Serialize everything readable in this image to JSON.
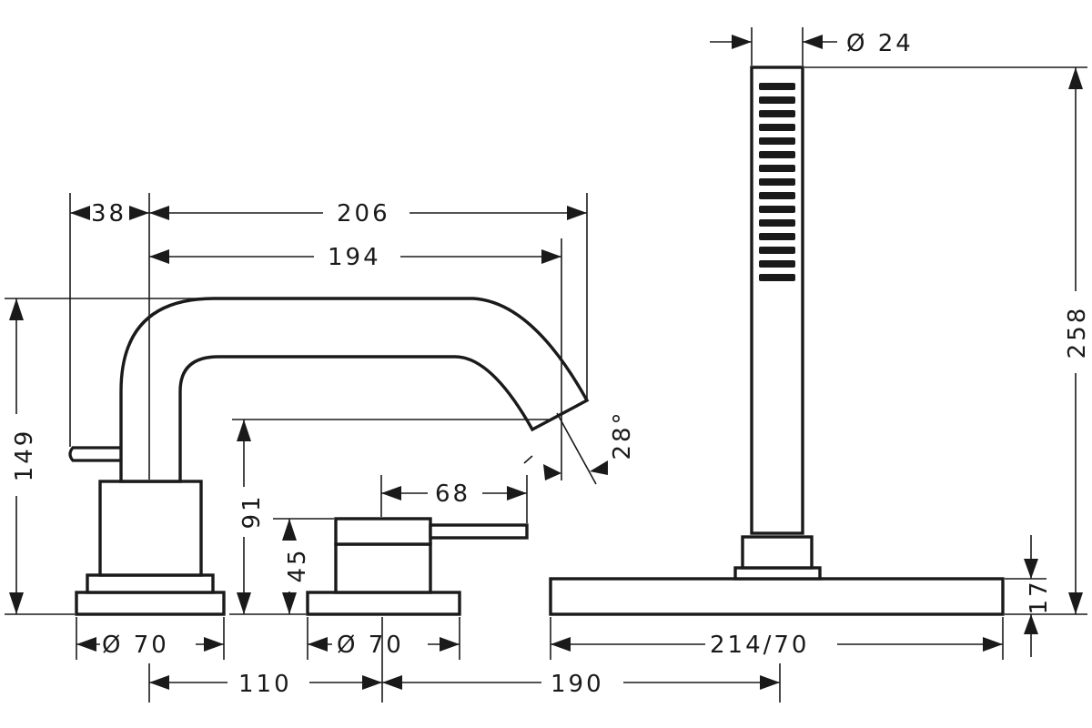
{
  "dimensions": {
    "diameter_top": "Ø 24",
    "d38": "38",
    "d206": "206",
    "d194": "194",
    "angle": "28°",
    "d68": "68",
    "d91": "91",
    "d45": "45",
    "d149": "149",
    "d258": "258",
    "d17": "17",
    "diameter_left": "Ø 70",
    "diameter_mid": "Ø 70",
    "d214_70": "214/70",
    "d110": "110",
    "d190": "190"
  }
}
